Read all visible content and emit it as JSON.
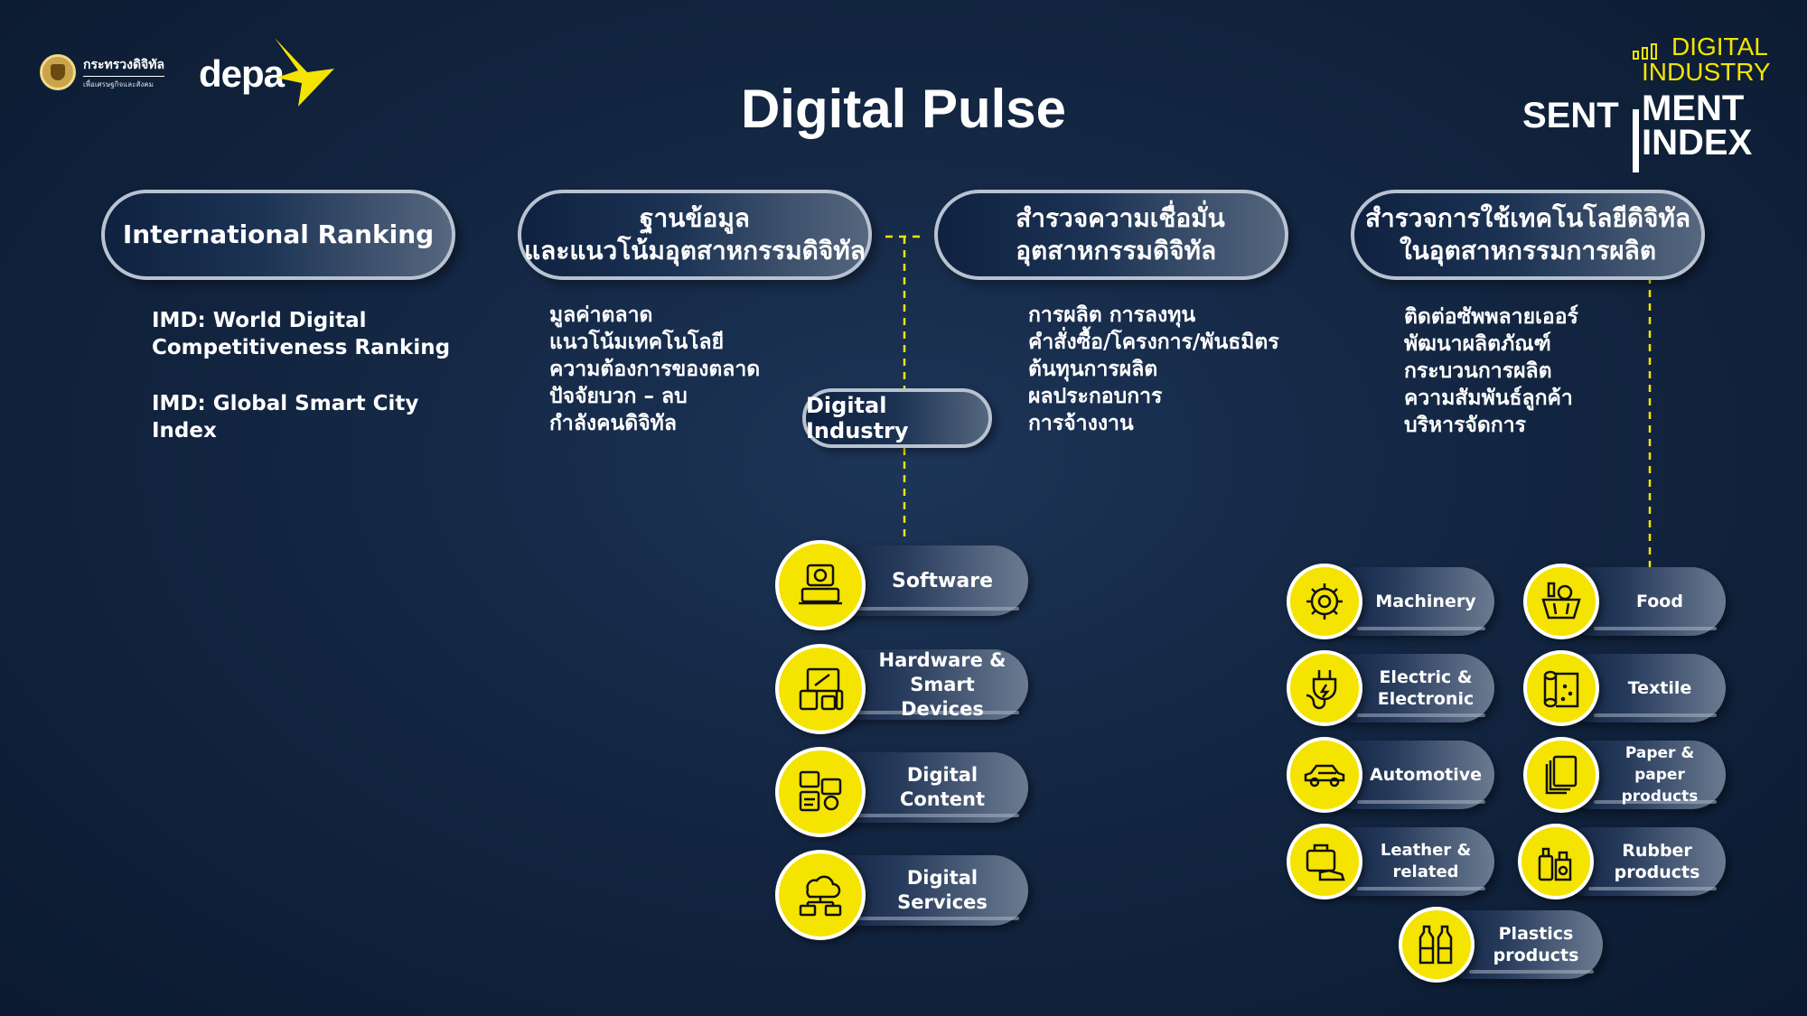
{
  "header": {
    "ministry_name": "กระทรวงดิจิทัล",
    "ministry_sub": "เพื่อเศรษฐกิจและสังคม",
    "depa_logo": "depa",
    "title": "Digital Pulse",
    "index_logo": {
      "digital": "DIGITAL",
      "industry": "INDUSTRY",
      "sent": "SENT",
      "ment": "MENT",
      "index": "INDEX"
    }
  },
  "colors": {
    "accent": "#f5e400",
    "background": "#132642",
    "pill_border": "#b8c2d0"
  },
  "columns": [
    {
      "title_lines": [
        "International Ranking"
      ],
      "items": [
        "IMD: World Digital",
        "Competitiveness Ranking",
        "",
        "IMD: Global Smart City",
        "Index"
      ]
    },
    {
      "title_lines": [
        "ฐานข้อมูล",
        "และแนวโน้มอุตสาหกรรมดิจิทัล"
      ],
      "items": [
        "มูลค่าตลาด",
        "แนวโน้มเทคโนโลยี",
        "ความต้องการของตลาด",
        "ปัจจัยบวก – ลบ",
        "กำลังคนดิจิทัล"
      ]
    },
    {
      "title_lines": [
        "สำรวจความเชื่อมั่น",
        "อุตสาหกรรมดิจิทัล"
      ],
      "items": [
        "การผลิต การลงทุน",
        "คำสั่งซื้อ/โครงการ/พันธมิตร",
        "ต้นทุนการผลิต",
        "ผลประกอบการ",
        "การจ้างงาน"
      ]
    },
    {
      "title_lines": [
        "สำรวจการใช้เทคโนโลยีดิจิทัล",
        "ในอุตสาหกรรมการผลิต"
      ],
      "items": [
        "ติดต่อซัพพลายเออร์",
        "พัฒนาผลิตภัณฑ์",
        "กระบวนการผลิต",
        "ความสัมพันธ์ลูกค้า",
        "บริหารจัดการ"
      ]
    }
  ],
  "digital_industry": {
    "label": "Digital Industry",
    "items": [
      {
        "lines": [
          "Software"
        ],
        "icon": "camera-laptop-icon"
      },
      {
        "lines": [
          "Hardware &",
          "Smart Devices"
        ],
        "icon": "devices-icon"
      },
      {
        "lines": [
          "Digital Content"
        ],
        "icon": "content-icon"
      },
      {
        "lines": [
          "Digital Services"
        ],
        "icon": "cloud-network-icon"
      }
    ]
  },
  "manufacturing": {
    "items": [
      {
        "lines": [
          "Machinery"
        ],
        "icon": "gears-icon"
      },
      {
        "lines": [
          "Food"
        ],
        "icon": "grocery-basket-icon"
      },
      {
        "lines": [
          "Electric &",
          "Electronic"
        ],
        "icon": "power-plug-icon"
      },
      {
        "lines": [
          "Textile"
        ],
        "icon": "fabric-roll-icon"
      },
      {
        "lines": [
          "Automotive"
        ],
        "icon": "car-icon"
      },
      {
        "lines": [
          "Paper & paper",
          "products"
        ],
        "icon": "paper-stack-icon"
      },
      {
        "lines": [
          "Leather &",
          "related"
        ],
        "icon": "leather-goods-icon"
      },
      {
        "lines": [
          "Rubber",
          "products"
        ],
        "icon": "rubber-bottles-icon"
      },
      {
        "lines": [
          "Plastics",
          "products"
        ],
        "icon": "plastic-bottles-icon"
      }
    ]
  }
}
